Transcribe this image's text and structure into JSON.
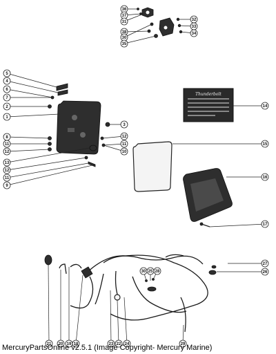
{
  "caption": "MercuryPartsOnline v2.5.1 (Image Copyright- Mercury Marine)",
  "decal_text": "Thunderbolt",
  "callouts": [
    {
      "id": "c36",
      "label": "36"
    },
    {
      "id": "c37",
      "label": "37"
    },
    {
      "id": "c31",
      "label": "31"
    },
    {
      "id": "c38",
      "label": "38"
    },
    {
      "id": "c30",
      "label": "30"
    },
    {
      "id": "c35",
      "label": "35"
    },
    {
      "id": "c32",
      "label": "32"
    },
    {
      "id": "c33",
      "label": "33"
    },
    {
      "id": "c34",
      "label": "34"
    },
    {
      "id": "c5",
      "label": "5"
    },
    {
      "id": "c4",
      "label": "4"
    },
    {
      "id": "c6",
      "label": "6"
    },
    {
      "id": "c7",
      "label": "7"
    },
    {
      "id": "c2",
      "label": "2"
    },
    {
      "id": "c1",
      "label": "1"
    },
    {
      "id": "c3",
      "label": "3"
    },
    {
      "id": "c8",
      "label": "8"
    },
    {
      "id": "c11a",
      "label": "11"
    },
    {
      "id": "c12a",
      "label": "12"
    },
    {
      "id": "c12b",
      "label": "12"
    },
    {
      "id": "c13",
      "label": "13"
    },
    {
      "id": "c12c",
      "label": "12"
    },
    {
      "id": "c11b",
      "label": "11"
    },
    {
      "id": "c9",
      "label": "9"
    },
    {
      "id": "c12d",
      "label": "12"
    },
    {
      "id": "c11c",
      "label": "11"
    },
    {
      "id": "c10",
      "label": "10"
    },
    {
      "id": "c14",
      "label": "14"
    },
    {
      "id": "c15",
      "label": "15"
    },
    {
      "id": "c16",
      "label": "16"
    },
    {
      "id": "c17",
      "label": "17"
    },
    {
      "id": "c27",
      "label": "27"
    },
    {
      "id": "c26",
      "label": "26"
    },
    {
      "id": "c30b",
      "label": "30"
    },
    {
      "id": "c25",
      "label": "25"
    },
    {
      "id": "c28",
      "label": "28"
    },
    {
      "id": "c21",
      "label": "21"
    },
    {
      "id": "c20",
      "label": "20"
    },
    {
      "id": "c19",
      "label": "19"
    },
    {
      "id": "c18",
      "label": "18"
    },
    {
      "id": "c23",
      "label": "23"
    },
    {
      "id": "c22",
      "label": "22"
    },
    {
      "id": "c24",
      "label": "24"
    },
    {
      "id": "c29",
      "label": "29"
    }
  ]
}
